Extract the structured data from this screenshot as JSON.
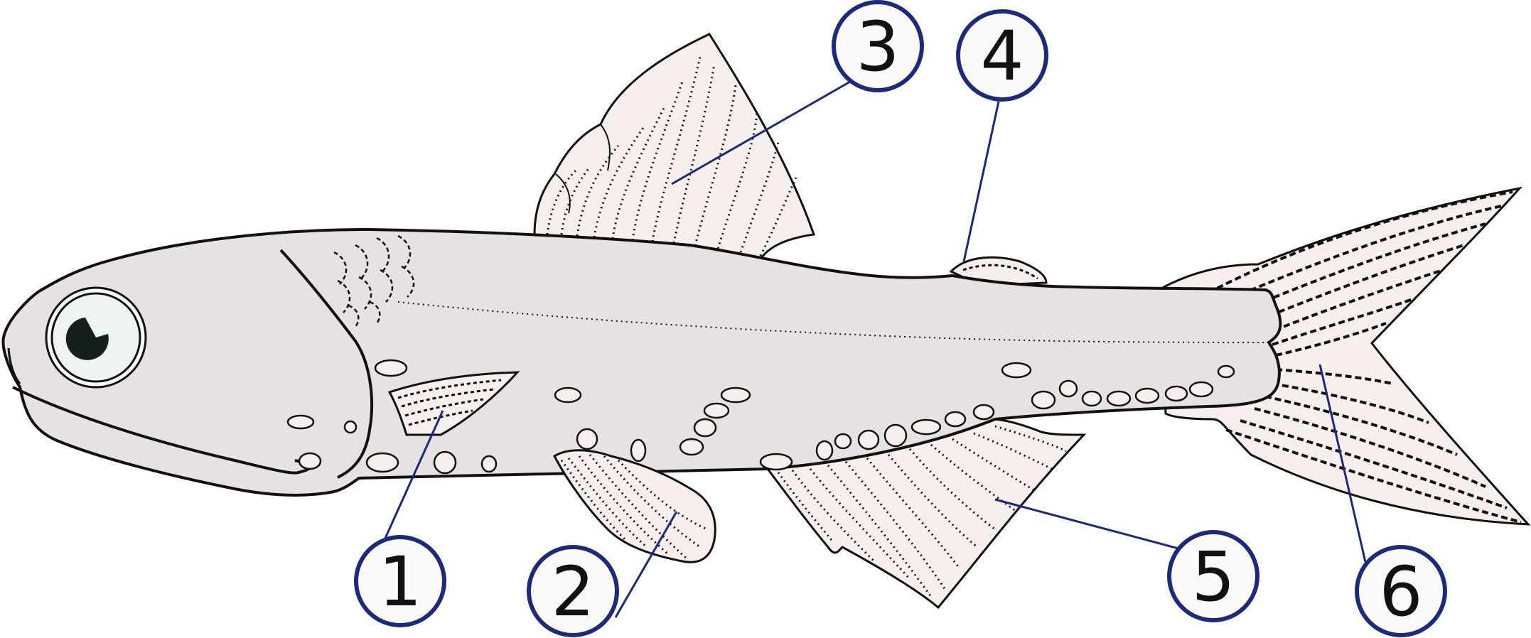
{
  "colors": {
    "body": "#e6e1e2",
    "fin": "#f7eeee",
    "outline": "#111111",
    "callout": "#1d2a7a",
    "label_fill": "#fcf9f9",
    "eye_ring": "#eef3f3",
    "pupil": "#15201e"
  },
  "callouts": [
    {
      "id": "1",
      "text": "1"
    },
    {
      "id": "2",
      "text": "2"
    },
    {
      "id": "3",
      "text": "3"
    },
    {
      "id": "4",
      "text": "4"
    },
    {
      "id": "5",
      "text": "5"
    },
    {
      "id": "6",
      "text": "6"
    }
  ]
}
